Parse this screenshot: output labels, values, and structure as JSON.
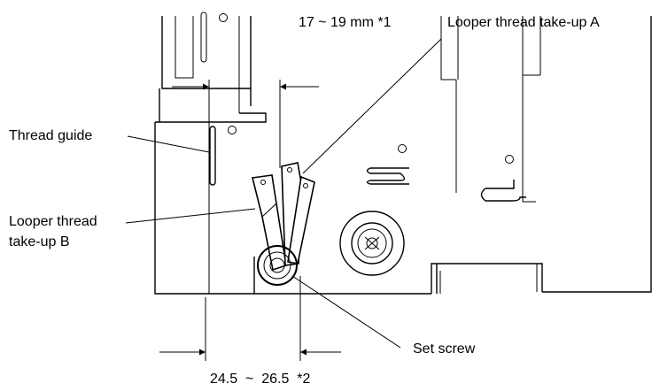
{
  "labels": {
    "dim_top": "17 ~ 19 mm  *1",
    "dim_bottom": "24.5  ~  26.5  *2",
    "looper_a": "Looper thread take-up A",
    "thread_guide": "Thread guide",
    "looper_b_line1": "Looper thread",
    "looper_b_line2": "take-up B",
    "set_screw": "Set screw"
  }
}
